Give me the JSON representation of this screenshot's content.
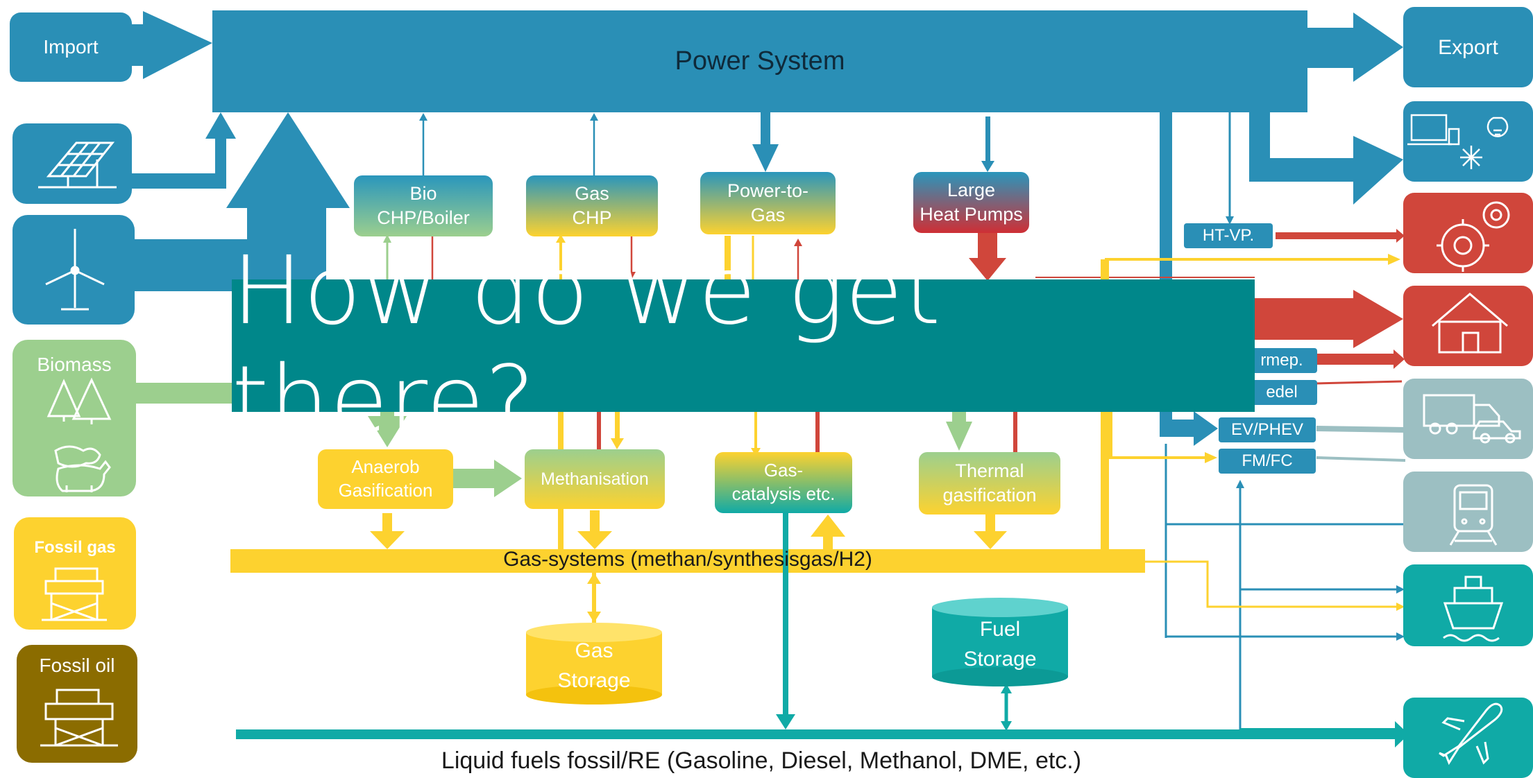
{
  "power_system": {
    "label": "Power System"
  },
  "sources": {
    "import": "Import",
    "biomass": "Biomass",
    "fossil_gas": "Fossil gas",
    "fossil_oil": "Fossil oil"
  },
  "export": "Export",
  "converters": {
    "bio_chp": "Bio\nCHP/Boiler",
    "gas_chp": "Gas\nCHP",
    "power_to_gas": "Power-to-\nGas",
    "large_heat_pumps": "Large\nHeat Pumps",
    "anaerob": "Anaerob\nGasification",
    "methanisation": "Methanisation",
    "gas_catalysis": "Gas-\ncatalysis etc.",
    "thermal_gasification": "Thermal\ngasification"
  },
  "tags": {
    "ht_vp": "HT-VP.",
    "varmep": "rmep.",
    "kedel": "edel",
    "ev_phev": "EV/PHEV",
    "fm_fc": "FM/FC"
  },
  "gas_system": "Gas-systems (methan/synthesisgas/H2)",
  "gas_storage": "Gas\nStorage",
  "fuel_storage": "Fuel\nStorage",
  "liquid_fuels": "Liquid  fuels fossil/RE (Gasoline, Diesel, Methanol, DME, etc.)",
  "banner": "How do we get there?",
  "icons": [
    "solar-panel-icon",
    "wind-turbine-icon",
    "forest-icon",
    "animals-icon",
    "gas-platform-icon",
    "oil-platform-icon",
    "electronics-icon",
    "gears-icon",
    "house-icon",
    "truck-car-icon",
    "train-icon",
    "ship-icon",
    "airplane-icon"
  ],
  "colors": {
    "power": "#2a8fb6",
    "heat": "#d0463b",
    "gas": "#fdd22f",
    "fuel": "#10aaa6",
    "biomass": "#9ccf8e",
    "fossil_oil": "#8b6c00",
    "transport_grey": "#9cbfc2",
    "banner": "#00878a"
  }
}
